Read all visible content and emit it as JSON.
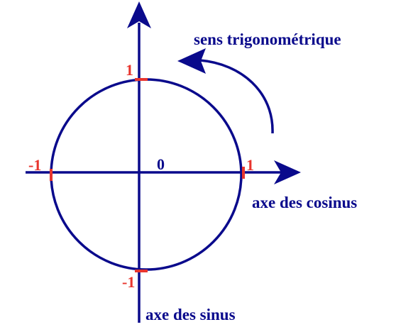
{
  "diagram": {
    "labels": {
      "direction": "sens trigonométrique",
      "cos_axis": "axe des cosinus",
      "sin_axis": "axe des sinus",
      "origin": "0",
      "cos_pos": "1",
      "cos_neg": "-1",
      "sin_pos": "1",
      "sin_neg": "-1"
    },
    "colors": {
      "stroke": "#0a0a8c",
      "tick": "#e8352e",
      "text": "#0a0a8c",
      "tick_label": "#e8352e"
    }
  }
}
